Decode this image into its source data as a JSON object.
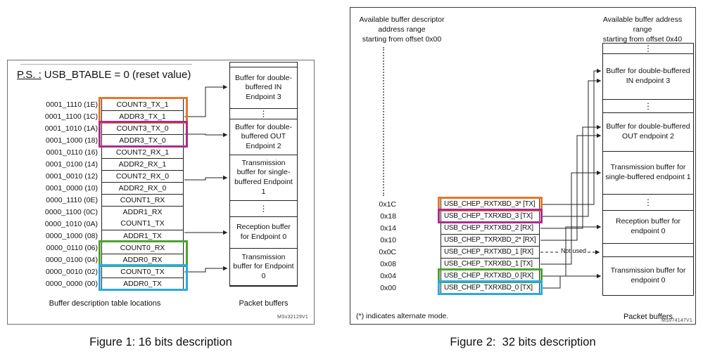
{
  "colors": {
    "orange": "#E8762D",
    "purple": "#AE2B8C",
    "green": "#4CA32F",
    "blue": "#29ABE2"
  },
  "dots": "⋮",
  "captions": {
    "figure1": "Figure 1: 16 bits description",
    "figure2": "Figure 2:  32 bits description"
  },
  "figure1": {
    "note": {
      "prefix": "P.S. :",
      "text": "USB_BTABLE = 0 (reset value)"
    },
    "rows": [
      {
        "address": "0001_1110 (1E)",
        "name": "COUNT3_TX_1"
      },
      {
        "address": "0001_1100 (1C)",
        "name": "ADDR3_TX_1"
      },
      {
        "address": "0001_1010 (1A)",
        "name": "COUNT3_TX_0"
      },
      {
        "address": "0001_1000 (18)",
        "name": "ADDR3_TX_0"
      },
      {
        "address": "0001_0110 (16)",
        "name": "COUNT2_RX_1"
      },
      {
        "address": "0001_0100 (14)",
        "name": "ADDR2_RX_1"
      },
      {
        "address": "0001_0010 (12)",
        "name": "COUNT2_RX_0"
      },
      {
        "address": "0001_0000 (10)",
        "name": "ADDR2_RX_0"
      },
      {
        "address": "0000_1110 (0E)",
        "name": "COUNT1_RX"
      },
      {
        "address": "0000_1100 (0C)",
        "name": "ADDR1_RX"
      },
      {
        "address": "0000_1010 (0A)",
        "name": "COUNT1_TX",
        "dashed_top": true
      },
      {
        "address": "0000_1000 (08)",
        "name": "ADDR1_TX"
      },
      {
        "address": "0000_0110 (06)",
        "name": "COUNT0_RX"
      },
      {
        "address": "0000_0100 (04)",
        "name": "ADDR0_RX"
      },
      {
        "address": "0000_0010 (02)",
        "name": "COUNT0_TX"
      },
      {
        "address": "0000_0000 (00)",
        "name": "ADDR0_TX"
      }
    ],
    "highlights": [
      {
        "start": 0,
        "count": 2,
        "color": "orange"
      },
      {
        "start": 2,
        "count": 2,
        "color": "purple"
      },
      {
        "start": 12,
        "count": 2,
        "color": "green"
      },
      {
        "start": 14,
        "count": 2,
        "color": "blue"
      }
    ],
    "buffers": [
      "Buffer for double-buffered IN Endpoint 3",
      "Buffer for double-buffered OUT Endpoint 2",
      "Transmission buffer for single-buffered Endpoint 1",
      "Reception buffer for Endpoint 0",
      "Transmission buffer for Endpoint 0"
    ],
    "table_label": "Buffer description table locations",
    "buffers_label": "Packet buffers",
    "watermark": "MSv32129V1"
  },
  "figure2": {
    "header_left": "Available buffer descriptor\naddress range\nstarting from offset 0x00",
    "header_right": "Available buffer address range\nstarting from offset 0x40",
    "rows": [
      {
        "address": "0x1C",
        "name": "USB_CHEP_RXTXBD_3* [TX]"
      },
      {
        "address": "0x18",
        "name": "USB_CHEP_TXRXBD_3 [TX]"
      },
      {
        "address": "0x14",
        "name": "USB_CHEP_RXTXBD_2 [RX]"
      },
      {
        "address": "0x10",
        "name": "USB_CHEP_TXRXBD_2* [RX]"
      },
      {
        "address": "0x0C",
        "name": "USB_CHEP_RXTXBD_1 [RX]"
      },
      {
        "address": "0x08",
        "name": "USB_CHEP_TXRXBD_1 [TX]"
      },
      {
        "address": "0x04",
        "name": "USB_CHEP_RXTXBD_0 [RX]"
      },
      {
        "address": "0x00",
        "name": "USB_CHEP_TXRXBD_0 [TX]"
      }
    ],
    "highlights": [
      {
        "start": 0,
        "count": 1,
        "color": "orange"
      },
      {
        "start": 1,
        "count": 1,
        "color": "purple"
      },
      {
        "start": 6,
        "count": 1,
        "color": "green"
      },
      {
        "start": 7,
        "count": 1,
        "color": "blue"
      }
    ],
    "not_used": "Not used",
    "buffers": [
      "Buffer for double-buffered IN endpoint 3",
      "Buffer for double-buffered OUT endpoint 2",
      "Transmission buffer for single-buffered endpoint 1",
      "Reception buffer for endpoint 0",
      "Transmission buffer for endpoint 0"
    ],
    "footnote": "(*) indicates alternate mode.",
    "buffers_label": "Packet buffers",
    "watermark": "MSv74147V1"
  }
}
